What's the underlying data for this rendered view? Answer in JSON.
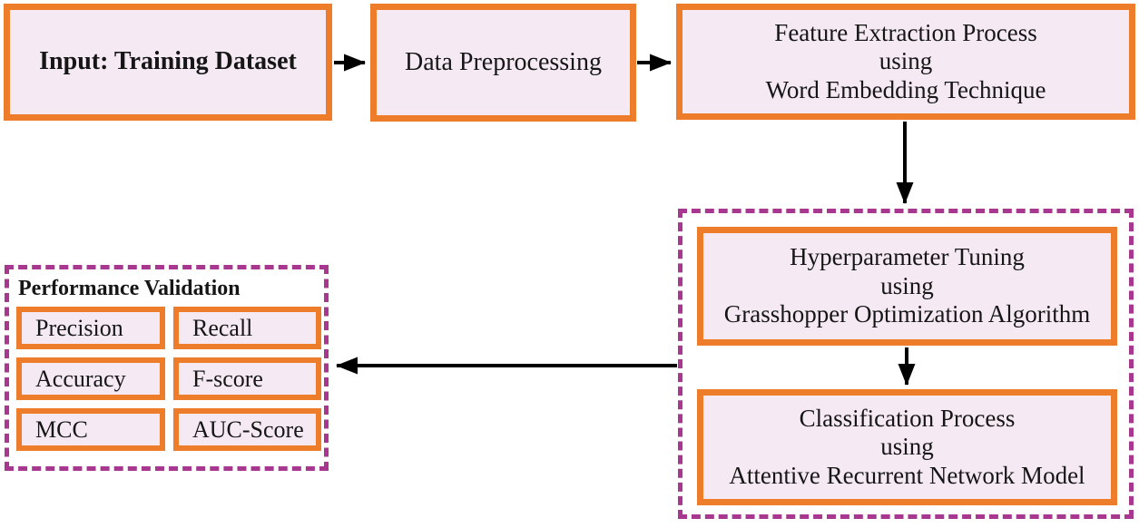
{
  "diagram": {
    "title_hint": "Training pipeline flowchart",
    "colors": {
      "box_border": "#ED7D2B",
      "box_fill": "#F5EAF3",
      "group_border": "#A8388F",
      "arrow": "#000000",
      "text": "#161616",
      "background": "#FFFFFF"
    },
    "nodes": {
      "input": {
        "label": "Input: Training Dataset"
      },
      "preprocessing": {
        "label": "Data Preprocessing"
      },
      "feature_extraction": {
        "lines": [
          "Feature Extraction Process",
          "using",
          "Word Embedding Technique"
        ]
      },
      "hyperparameter_tuning": {
        "lines": [
          "Hyperparameter Tuning",
          "using",
          "Grasshopper Optimization Algorithm"
        ]
      },
      "classification": {
        "lines": [
          "Classification Process",
          "using",
          "Attentive Recurrent Network Model"
        ]
      }
    },
    "performance": {
      "title": "Performance Validation",
      "metrics": [
        "Precision",
        "Recall",
        "Accuracy",
        "F-score",
        "MCC",
        "AUC-Score"
      ]
    },
    "flow": [
      "input -> preprocessing",
      "preprocessing -> feature_extraction",
      "feature_extraction -> hyperparameter_tuning",
      "hyperparameter_tuning -> classification",
      "tuning_group -> performance_validation"
    ]
  }
}
